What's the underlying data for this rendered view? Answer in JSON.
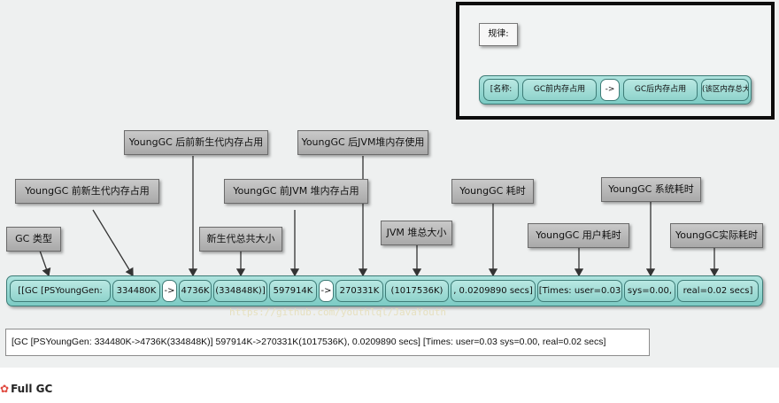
{
  "legend": {
    "title": "规律:",
    "items": [
      "[名称:",
      "GC前内存占用",
      "->",
      "GC后内存占用",
      "(该区内存总大小)"
    ]
  },
  "labels": {
    "gc_type": "GC 类型",
    "young_before": "YoungGC 前新生代内存占用",
    "young_after": "YoungGC 后前新生代内存占用",
    "young_total": "新生代总共大小",
    "jvm_before": "YoungGC 前JVM 堆内存占用",
    "jvm_after": "YoungGC 后JVM堆内存使用",
    "heap_total": "JVM 堆总大小",
    "gc_time": "YoungGC 耗时",
    "user_time": "YoungGC 用户耗时",
    "sys_time": "YoungGC 系统耗时",
    "real_time": "YoungGC实际耗时"
  },
  "log_segments": [
    "[[GC [PSYoungGen:",
    "334480K",
    "->",
    "4736K",
    "(334848K)]",
    "597914K",
    "->",
    "270331K",
    "(1017536K)",
    ", 0.0209890 secs]",
    "[Times: user=0.03",
    "sys=0.00,",
    "real=0.02 secs]"
  ],
  "watermark": "https://github.com/youthlql/JavaYouth",
  "raw_log": "[GC [PSYoungGen: 334480K->4736K(334848K)] 597914K->270331K(1017536K), 0.0209890 secs] [Times: user=0.03 sys=0.00, real=0.02 secs]",
  "section": {
    "icon": "flower-icon",
    "title": "Full GC"
  },
  "colors": {
    "bar_fill": "#8fd3cc",
    "label_fill": "#b9b9b9",
    "legend_border": "#0d0d0d",
    "section_icon": "#e0483e"
  }
}
